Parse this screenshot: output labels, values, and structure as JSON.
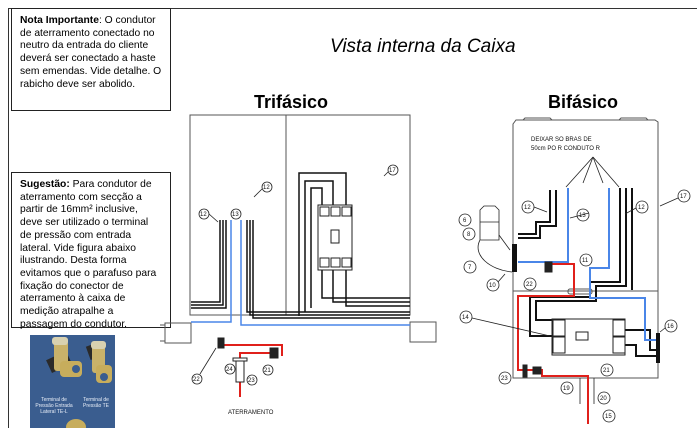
{
  "page": {
    "title": "Vista interna da Caixa"
  },
  "note": {
    "heading": "Nota Importante",
    "text": ": O condutor de aterramento conectado no neutro da entrada do cliente deverá ser conectado a haste sem emendas. Vide detalhe. O rabicho deve ser abolido."
  },
  "suggestion": {
    "heading": "Sugestão:",
    "text": " Para condutor de aterramento com secção a partir de 16mm² inclusive, deve ser utilizado o terminal de pressão com entrada lateral. Vide figura abaixo ilustrando. Desta forma evitamos que o parafuso para fixação do conector de aterramento à caixa de medição atrapalhe a passagem do condutor."
  },
  "photo": {
    "caption_left": "Terminal de Pressão Entrada Lateral TE-L",
    "caption_right": "Terminal de Pressão TE"
  },
  "diagrams": {
    "trifasico": {
      "title": "Trifásico",
      "ground_label": "ATERRAMENTO",
      "callouts": [
        "12",
        "13",
        "12",
        "17",
        "22",
        "24",
        "23",
        "21"
      ]
    },
    "bifasico": {
      "title": "Bifásico",
      "instruction": "DEIXAR SOBRAS DE 50cm POR CONDUTOR",
      "instruction_line1": "DEIXAR SO BRAS DE",
      "instruction_line2": "50cm PO R CONDUTO R",
      "callouts": [
        "6",
        "8",
        "7",
        "10",
        "12",
        "13",
        "12",
        "17",
        "22",
        "11",
        "14",
        "16",
        "23",
        "19",
        "21",
        "20",
        "15"
      ]
    }
  },
  "colors": {
    "neutral_wire": "#4a86e8",
    "ground_wire": "#e0201b",
    "phase_wire": "#111111",
    "photo_bg": "#3a5d8f"
  }
}
